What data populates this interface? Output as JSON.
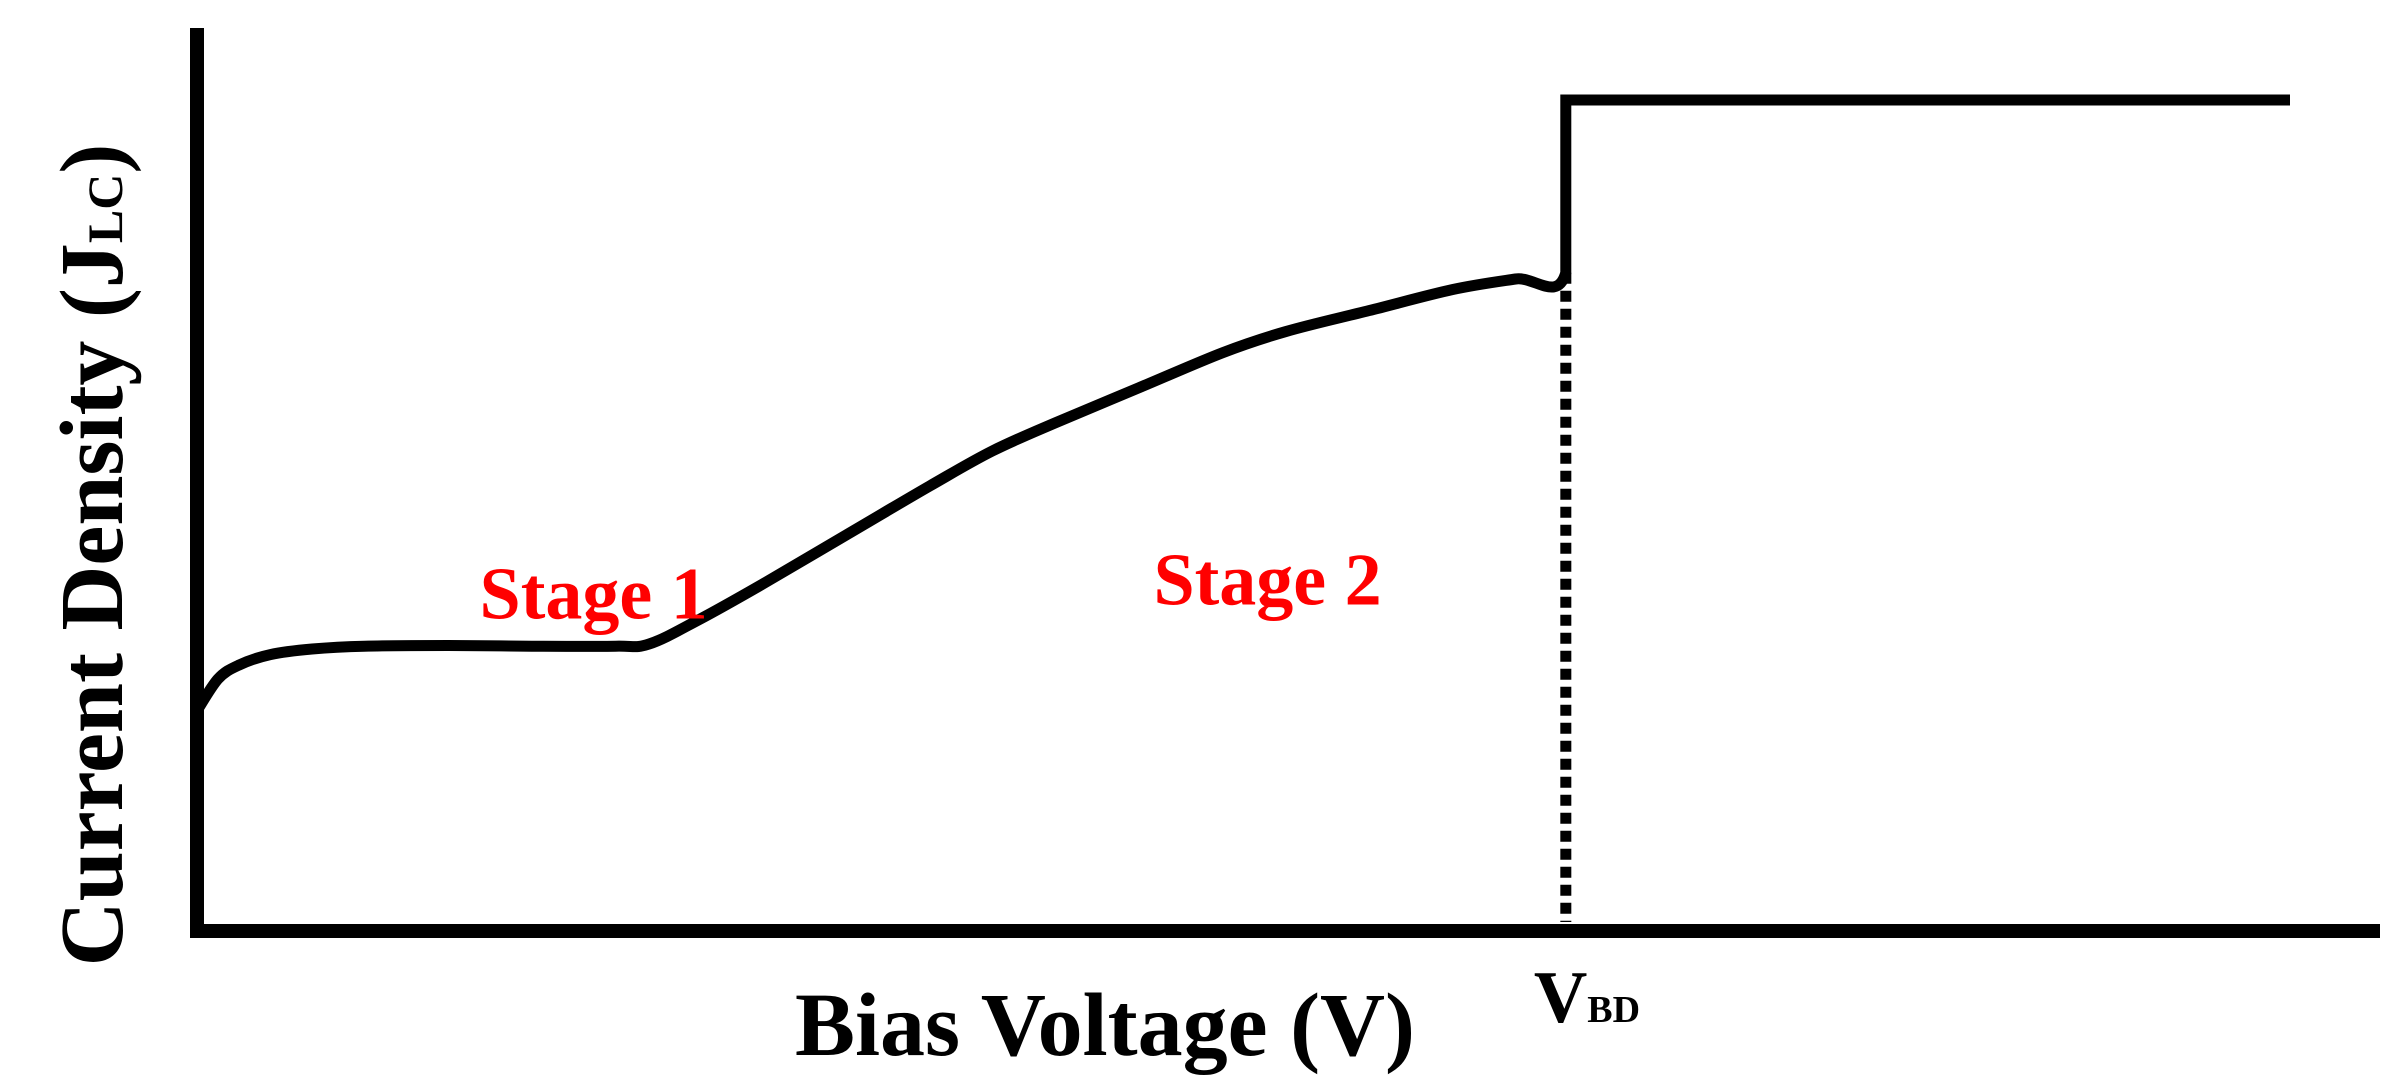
{
  "chart_data": {
    "type": "line",
    "title": "",
    "xlabel": "Bias Voltage (V)",
    "ylabel_main": "Current Density (J",
    "ylabel_sub": "LC",
    "ylabel_close": ")",
    "x_marker": {
      "main": "V",
      "sub": "BD",
      "x": 0.654
    },
    "xlim": [
      0,
      1
    ],
    "ylim": [
      0,
      1
    ],
    "grid": false,
    "colors": {
      "line": "#000000",
      "annotation": "#ff0000"
    },
    "series": [
      {
        "x": [
          0.0,
          0.01,
          0.02,
          0.035,
          0.055,
          0.08,
          0.12,
          0.16,
          0.2,
          0.216,
          0.24,
          0.27,
          0.31,
          0.35,
          0.38,
          0.41,
          0.45,
          0.49,
          0.52,
          0.56,
          0.6,
          0.63,
          0.654,
          0.654,
          1.0
        ],
        "y": [
          0.13,
          0.175,
          0.195,
          0.21,
          0.218,
          0.222,
          0.223,
          0.222,
          0.222,
          0.225,
          0.26,
          0.31,
          0.38,
          0.45,
          0.5,
          0.54,
          0.59,
          0.64,
          0.67,
          0.7,
          0.73,
          0.745,
          0.754,
          1.0,
          1.0
        ]
      }
    ],
    "annotations": [
      {
        "text": "Stage 1",
        "x": 0.135,
        "y": 0.3
      },
      {
        "text": "Stage 2",
        "x": 0.457,
        "y": 0.32
      }
    ]
  }
}
